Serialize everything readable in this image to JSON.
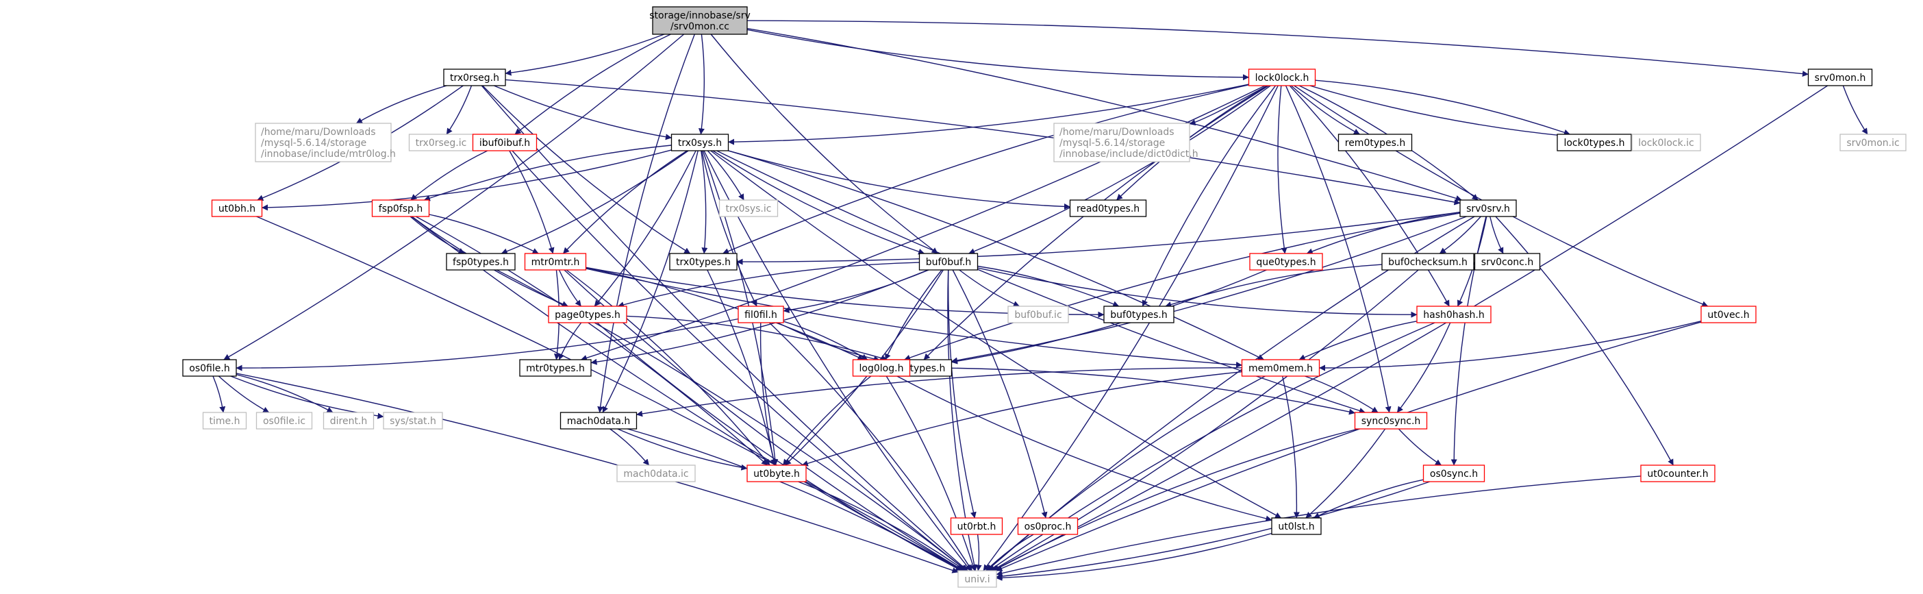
{
  "colors": {
    "edge": "#191970",
    "border_black": "#000000",
    "border_red": "#ff0000",
    "border_gray": "#bfbfbf",
    "root_fill": "#bfbfbf",
    "text_gray": "#8c8c8c"
  },
  "nodes": [
    {
      "id": "root",
      "lines": [
        "storage/innobase/srv",
        "/srv0mon.cc"
      ],
      "style": "root"
    },
    {
      "id": "trx0rseg_h",
      "lines": [
        "trx0rseg.h"
      ],
      "style": "black"
    },
    {
      "id": "lock0lock_h",
      "lines": [
        "lock0lock.h"
      ],
      "style": "red"
    },
    {
      "id": "srv0mon_h",
      "lines": [
        "srv0mon.h"
      ],
      "style": "black"
    },
    {
      "id": "srv0mon_ic",
      "lines": [
        "srv0mon.ic"
      ],
      "style": "gray"
    },
    {
      "id": "mtr0log_path",
      "lines": [
        "/home/maru/Downloads",
        "/mysql-5.6.14/storage",
        "/innobase/include/mtr0log.h"
      ],
      "style": "gray"
    },
    {
      "id": "trx0rseg_ic",
      "lines": [
        "trx0rseg.ic"
      ],
      "style": "gray"
    },
    {
      "id": "ibuf0ibuf_h",
      "lines": [
        "ibuf0ibuf.h"
      ],
      "style": "red"
    },
    {
      "id": "trx0sys_h",
      "lines": [
        "trx0sys.h"
      ],
      "style": "black"
    },
    {
      "id": "dict0dict_path",
      "lines": [
        "/home/maru/Downloads",
        "/mysql-5.6.14/storage",
        "/innobase/include/dict0dict.h"
      ],
      "style": "gray"
    },
    {
      "id": "rem0types_h",
      "lines": [
        "rem0types.h"
      ],
      "style": "black"
    },
    {
      "id": "lock0types_h",
      "lines": [
        "lock0types.h"
      ],
      "style": "black"
    },
    {
      "id": "lock0lock_ic",
      "lines": [
        "lock0lock.ic"
      ],
      "style": "gray"
    },
    {
      "id": "ut0bh_h",
      "lines": [
        "ut0bh.h"
      ],
      "style": "red"
    },
    {
      "id": "fsp0fsp_h",
      "lines": [
        "fsp0fsp.h"
      ],
      "style": "red"
    },
    {
      "id": "trx0sys_ic",
      "lines": [
        "trx0sys.ic"
      ],
      "style": "gray"
    },
    {
      "id": "read0types_h",
      "lines": [
        "read0types.h"
      ],
      "style": "black"
    },
    {
      "id": "srv0srv_h",
      "lines": [
        "srv0srv.h"
      ],
      "style": "black"
    },
    {
      "id": "fsp0types_h",
      "lines": [
        "fsp0types.h"
      ],
      "style": "black"
    },
    {
      "id": "mtr0mtr_h",
      "lines": [
        "mtr0mtr.h"
      ],
      "style": "red"
    },
    {
      "id": "trx0types_h",
      "lines": [
        "trx0types.h"
      ],
      "style": "black"
    },
    {
      "id": "buf0buf_h",
      "lines": [
        "buf0buf.h"
      ],
      "style": "black"
    },
    {
      "id": "que0types_h",
      "lines": [
        "que0types.h"
      ],
      "style": "red"
    },
    {
      "id": "buf0checksum_h",
      "lines": [
        "buf0checksum.h"
      ],
      "style": "black"
    },
    {
      "id": "srv0conc_h",
      "lines": [
        "srv0conc.h"
      ],
      "style": "black"
    },
    {
      "id": "page0types_h",
      "lines": [
        "page0types.h"
      ],
      "style": "red"
    },
    {
      "id": "fil0fil_h",
      "lines": [
        "fil0fil.h"
      ],
      "style": "red"
    },
    {
      "id": "buf0buf_ic",
      "lines": [
        "buf0buf.ic"
      ],
      "style": "gray"
    },
    {
      "id": "buf0types_h",
      "lines": [
        "buf0types.h"
      ],
      "style": "black"
    },
    {
      "id": "hash0hash_h",
      "lines": [
        "hash0hash.h"
      ],
      "style": "red"
    },
    {
      "id": "ut0vec_h",
      "lines": [
        "ut0vec.h"
      ],
      "style": "red"
    },
    {
      "id": "os0file_h",
      "lines": [
        "os0file.h"
      ],
      "style": "black"
    },
    {
      "id": "mtr0types_h",
      "lines": [
        "mtr0types.h"
      ],
      "style": "black"
    },
    {
      "id": "dict0types_h",
      "lines": [
        "dict0types.h"
      ],
      "style": "black"
    },
    {
      "id": "log0log_h",
      "lines": [
        "log0log.h"
      ],
      "style": "red"
    },
    {
      "id": "mem0mem_h",
      "lines": [
        "mem0mem.h"
      ],
      "style": "red"
    },
    {
      "id": "time_h",
      "lines": [
        "time.h"
      ],
      "style": "gray"
    },
    {
      "id": "os0file_ic",
      "lines": [
        "os0file.ic"
      ],
      "style": "gray"
    },
    {
      "id": "dirent_h",
      "lines": [
        "dirent.h"
      ],
      "style": "gray"
    },
    {
      "id": "sys_stat_h",
      "lines": [
        "sys/stat.h"
      ],
      "style": "gray"
    },
    {
      "id": "mach0data_h",
      "lines": [
        "mach0data.h"
      ],
      "style": "black"
    },
    {
      "id": "sync0sync_h",
      "lines": [
        "sync0sync.h"
      ],
      "style": "red"
    },
    {
      "id": "mach0data_ic",
      "lines": [
        "mach0data.ic"
      ],
      "style": "gray"
    },
    {
      "id": "ut0byte_h",
      "lines": [
        "ut0byte.h"
      ],
      "style": "red"
    },
    {
      "id": "os0sync_h",
      "lines": [
        "os0sync.h"
      ],
      "style": "red"
    },
    {
      "id": "ut0counter_h",
      "lines": [
        "ut0counter.h"
      ],
      "style": "red"
    },
    {
      "id": "ut0rbt_h",
      "lines": [
        "ut0rbt.h"
      ],
      "style": "red"
    },
    {
      "id": "os0proc_h",
      "lines": [
        "os0proc.h"
      ],
      "style": "red"
    },
    {
      "id": "ut0lst_h",
      "lines": [
        "ut0lst.h"
      ],
      "style": "black"
    },
    {
      "id": "univ_i",
      "lines": [
        "univ.i"
      ],
      "style": "gray"
    }
  ],
  "edges": [
    [
      "root",
      "trx0rseg_h"
    ],
    [
      "root",
      "lock0lock_h"
    ],
    [
      "root",
      "srv0mon_h"
    ],
    [
      "root",
      "ibuf0ibuf_h"
    ],
    [
      "root",
      "trx0sys_h"
    ],
    [
      "root",
      "buf0buf_h"
    ],
    [
      "root",
      "os0file_h"
    ],
    [
      "root",
      "mach0data_h"
    ],
    [
      "root",
      "srv0srv_h"
    ],
    [
      "trx0rseg_h",
      "mtr0log_path"
    ],
    [
      "trx0rseg_h",
      "trx0rseg_ic"
    ],
    [
      "trx0rseg_h",
      "trx0sys_h"
    ],
    [
      "trx0rseg_h",
      "ut0bh_h"
    ],
    [
      "trx0rseg_h",
      "trx0types_h"
    ],
    [
      "trx0rseg_h",
      "srv0srv_h"
    ],
    [
      "trx0rseg_h",
      "univ_i"
    ],
    [
      "lock0lock_h",
      "dict0dict_path"
    ],
    [
      "lock0lock_h",
      "rem0types_h"
    ],
    [
      "lock0lock_h",
      "lock0types_h"
    ],
    [
      "lock0lock_h",
      "lock0lock_ic"
    ],
    [
      "lock0lock_h",
      "trx0sys_h"
    ],
    [
      "lock0lock_h",
      "read0types_h"
    ],
    [
      "lock0lock_h",
      "srv0srv_h"
    ],
    [
      "lock0lock_h",
      "que0types_h"
    ],
    [
      "lock0lock_h",
      "buf0buf_h"
    ],
    [
      "lock0lock_h",
      "trx0types_h"
    ],
    [
      "lock0lock_h",
      "hash0hash_h"
    ],
    [
      "lock0lock_h",
      "ut0vec_h"
    ],
    [
      "lock0lock_h",
      "mtr0types_h"
    ],
    [
      "lock0lock_h",
      "dict0types_h"
    ],
    [
      "lock0lock_h",
      "sync0sync_h"
    ],
    [
      "lock0lock_h",
      "buf0types_h"
    ],
    [
      "lock0lock_h",
      "univ_i"
    ],
    [
      "srv0mon_h",
      "srv0mon_ic"
    ],
    [
      "srv0mon_h",
      "univ_i"
    ],
    [
      "ibuf0ibuf_h",
      "fsp0fsp_h"
    ],
    [
      "ibuf0ibuf_h",
      "mtr0mtr_h"
    ],
    [
      "ibuf0ibuf_h",
      "univ_i"
    ],
    [
      "trx0sys_h",
      "ut0bh_h"
    ],
    [
      "trx0sys_h",
      "fsp0fsp_h"
    ],
    [
      "trx0sys_h",
      "trx0sys_ic"
    ],
    [
      "trx0sys_h",
      "read0types_h"
    ],
    [
      "trx0sys_h",
      "fsp0types_h"
    ],
    [
      "trx0sys_h",
      "mtr0mtr_h"
    ],
    [
      "trx0sys_h",
      "trx0types_h"
    ],
    [
      "trx0sys_h",
      "buf0buf_h"
    ],
    [
      "trx0sys_h",
      "page0types_h"
    ],
    [
      "trx0sys_h",
      "fil0fil_h"
    ],
    [
      "trx0sys_h",
      "mem0mem_h"
    ],
    [
      "trx0sys_h",
      "sync0sync_h"
    ],
    [
      "trx0sys_h",
      "ut0byte_h"
    ],
    [
      "trx0sys_h",
      "ut0lst_h"
    ],
    [
      "trx0sys_h",
      "mach0data_h"
    ],
    [
      "trx0sys_h",
      "univ_i"
    ],
    [
      "ut0bh_h",
      "univ_i"
    ],
    [
      "fsp0fsp_h",
      "fsp0types_h"
    ],
    [
      "fsp0fsp_h",
      "mtr0mtr_h"
    ],
    [
      "fsp0fsp_h",
      "page0types_h"
    ],
    [
      "fsp0fsp_h",
      "ut0byte_h"
    ],
    [
      "fsp0fsp_h",
      "univ_i"
    ],
    [
      "srv0srv_h",
      "trx0types_h"
    ],
    [
      "srv0srv_h",
      "que0types_h"
    ],
    [
      "srv0srv_h",
      "buf0checksum_h"
    ],
    [
      "srv0srv_h",
      "srv0conc_h"
    ],
    [
      "srv0srv_h",
      "hash0hash_h"
    ],
    [
      "srv0srv_h",
      "os0sync_h"
    ],
    [
      "srv0srv_h",
      "ut0counter_h"
    ],
    [
      "srv0srv_h",
      "log0log_h"
    ],
    [
      "srv0srv_h",
      "dict0types_h"
    ],
    [
      "srv0srv_h",
      "univ_i"
    ],
    [
      "fsp0types_h",
      "univ_i"
    ],
    [
      "mtr0mtr_h",
      "page0types_h"
    ],
    [
      "mtr0mtr_h",
      "mtr0types_h"
    ],
    [
      "mtr0mtr_h",
      "buf0types_h"
    ],
    [
      "mtr0mtr_h",
      "log0log_h"
    ],
    [
      "mtr0mtr_h",
      "mem0mem_h"
    ],
    [
      "mtr0mtr_h",
      "ut0byte_h"
    ],
    [
      "mtr0mtr_h",
      "univ_i"
    ],
    [
      "trx0types_h",
      "ut0byte_h"
    ],
    [
      "buf0buf_h",
      "page0types_h"
    ],
    [
      "buf0buf_h",
      "fil0fil_h"
    ],
    [
      "buf0buf_h",
      "buf0buf_ic"
    ],
    [
      "buf0buf_h",
      "buf0types_h"
    ],
    [
      "buf0buf_h",
      "hash0hash_h"
    ],
    [
      "buf0buf_h",
      "mtr0types_h"
    ],
    [
      "buf0buf_h",
      "log0log_h"
    ],
    [
      "buf0buf_h",
      "ut0byte_h"
    ],
    [
      "buf0buf_h",
      "ut0rbt_h"
    ],
    [
      "buf0buf_h",
      "os0proc_h"
    ],
    [
      "buf0buf_h",
      "univ_i"
    ],
    [
      "que0types_h",
      "dict0types_h"
    ],
    [
      "buf0checksum_h",
      "buf0types_h"
    ],
    [
      "buf0checksum_h",
      "univ_i"
    ],
    [
      "page0types_h",
      "mtr0types_h"
    ],
    [
      "page0types_h",
      "dict0types_h"
    ],
    [
      "page0types_h",
      "univ_i"
    ],
    [
      "fil0fil_h",
      "os0file_h"
    ],
    [
      "fil0fil_h",
      "dict0types_h"
    ],
    [
      "fil0fil_h",
      "log0log_h"
    ],
    [
      "fil0fil_h",
      "ut0byte_h"
    ],
    [
      "fil0fil_h",
      "univ_i"
    ],
    [
      "hash0hash_h",
      "mem0mem_h"
    ],
    [
      "hash0hash_h",
      "sync0sync_h"
    ],
    [
      "hash0hash_h",
      "univ_i"
    ],
    [
      "ut0vec_h",
      "mem0mem_h"
    ],
    [
      "ut0vec_h",
      "univ_i"
    ],
    [
      "os0file_h",
      "time_h"
    ],
    [
      "os0file_h",
      "os0file_ic"
    ],
    [
      "os0file_h",
      "dirent_h"
    ],
    [
      "os0file_h",
      "sys_stat_h"
    ],
    [
      "os0file_h",
      "univ_i"
    ],
    [
      "log0log_h",
      "ut0byte_h"
    ],
    [
      "log0log_h",
      "sync0sync_h"
    ],
    [
      "log0log_h",
      "ut0lst_h"
    ],
    [
      "log0log_h",
      "univ_i"
    ],
    [
      "mem0mem_h",
      "mach0data_h"
    ],
    [
      "mem0mem_h",
      "sync0sync_h"
    ],
    [
      "mem0mem_h",
      "ut0byte_h"
    ],
    [
      "mem0mem_h",
      "ut0lst_h"
    ],
    [
      "mem0mem_h",
      "univ_i"
    ],
    [
      "mach0data_h",
      "mach0data_ic"
    ],
    [
      "mach0data_h",
      "ut0byte_h"
    ],
    [
      "mach0data_h",
      "univ_i"
    ],
    [
      "sync0sync_h",
      "os0sync_h"
    ],
    [
      "sync0sync_h",
      "ut0lst_h"
    ],
    [
      "sync0sync_h",
      "univ_i"
    ],
    [
      "ut0byte_h",
      "univ_i"
    ],
    [
      "os0sync_h",
      "ut0lst_h"
    ],
    [
      "os0sync_h",
      "univ_i"
    ],
    [
      "ut0counter_h",
      "univ_i"
    ],
    [
      "ut0rbt_h",
      "univ_i"
    ],
    [
      "os0proc_h",
      "univ_i"
    ],
    [
      "ut0lst_h",
      "univ_i"
    ]
  ]
}
